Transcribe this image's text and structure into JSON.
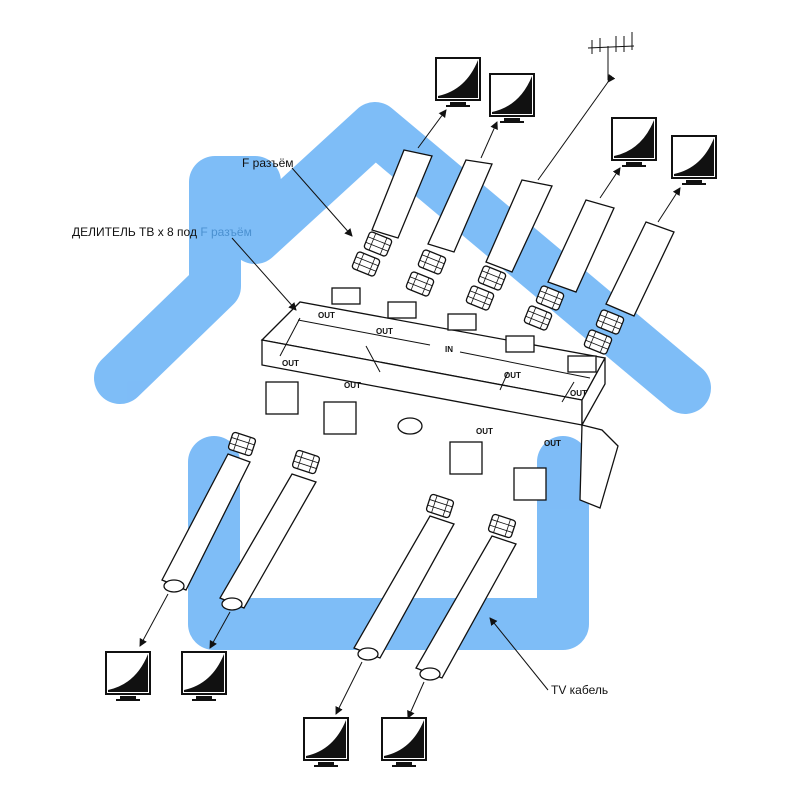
{
  "labels": {
    "connector": "F разъём",
    "splitter_prefix": "ДЕЛИТЕЛЬ ТВ х 8 под ",
    "splitter_suffix": "F разъём",
    "cable": "TV кабель"
  },
  "splitter": {
    "input_port": "IN",
    "output_ports": [
      "OUT",
      "OUT",
      "OUT",
      "OUT",
      "OUT",
      "OUT",
      "OUT",
      "OUT"
    ]
  },
  "colors": {
    "house": "#5aaaf5",
    "line": "#111111",
    "highlight": "#4a90d0"
  },
  "icons": [
    "tv-screen-icon",
    "antenna-icon",
    "f-connector-icon",
    "coax-cable-icon",
    "splitter-icon",
    "house-outline-icon"
  ]
}
